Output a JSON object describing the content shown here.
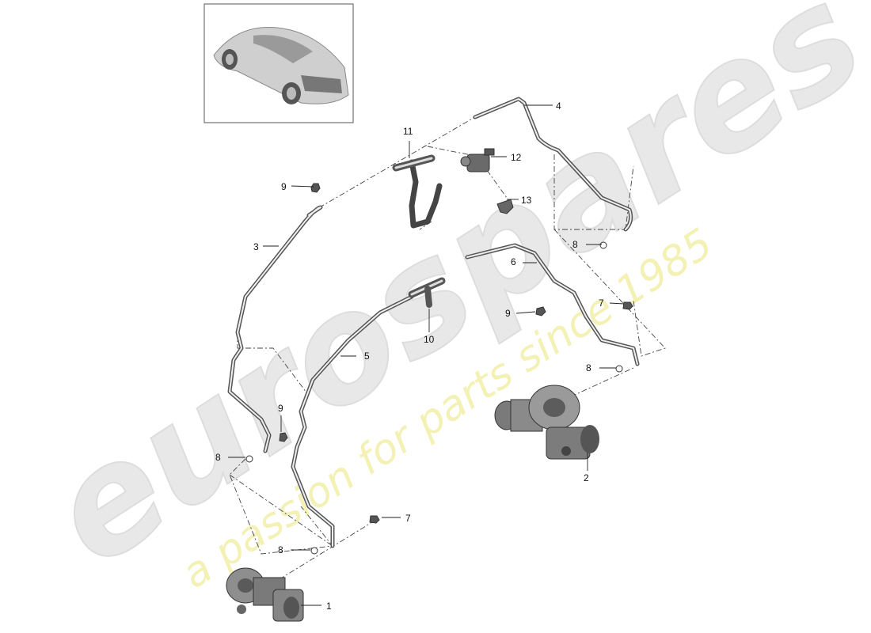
{
  "watermark": {
    "brand": "eurospares",
    "tagline": "a passion for parts since 1985",
    "brand_color": "#e6e6e6",
    "tagline_color": "#f2f0b0"
  },
  "thumbnail": {
    "icon": "car-thumbnail-icon"
  },
  "callouts": {
    "c1": "1",
    "c2": "2",
    "c3": "3",
    "c4": "4",
    "c5": "5",
    "c6": "6",
    "c7a": "7",
    "c7b": "7",
    "c8a": "8",
    "c8b": "8",
    "c8c": "8",
    "c8d": "8",
    "c9a": "9",
    "c9b": "9",
    "c9c": "9",
    "c10": "10",
    "c11": "11",
    "c12": "12",
    "c13": "13"
  },
  "colors": {
    "line": "#333333",
    "pipe": "#555555",
    "part": "#6a6a6a"
  }
}
